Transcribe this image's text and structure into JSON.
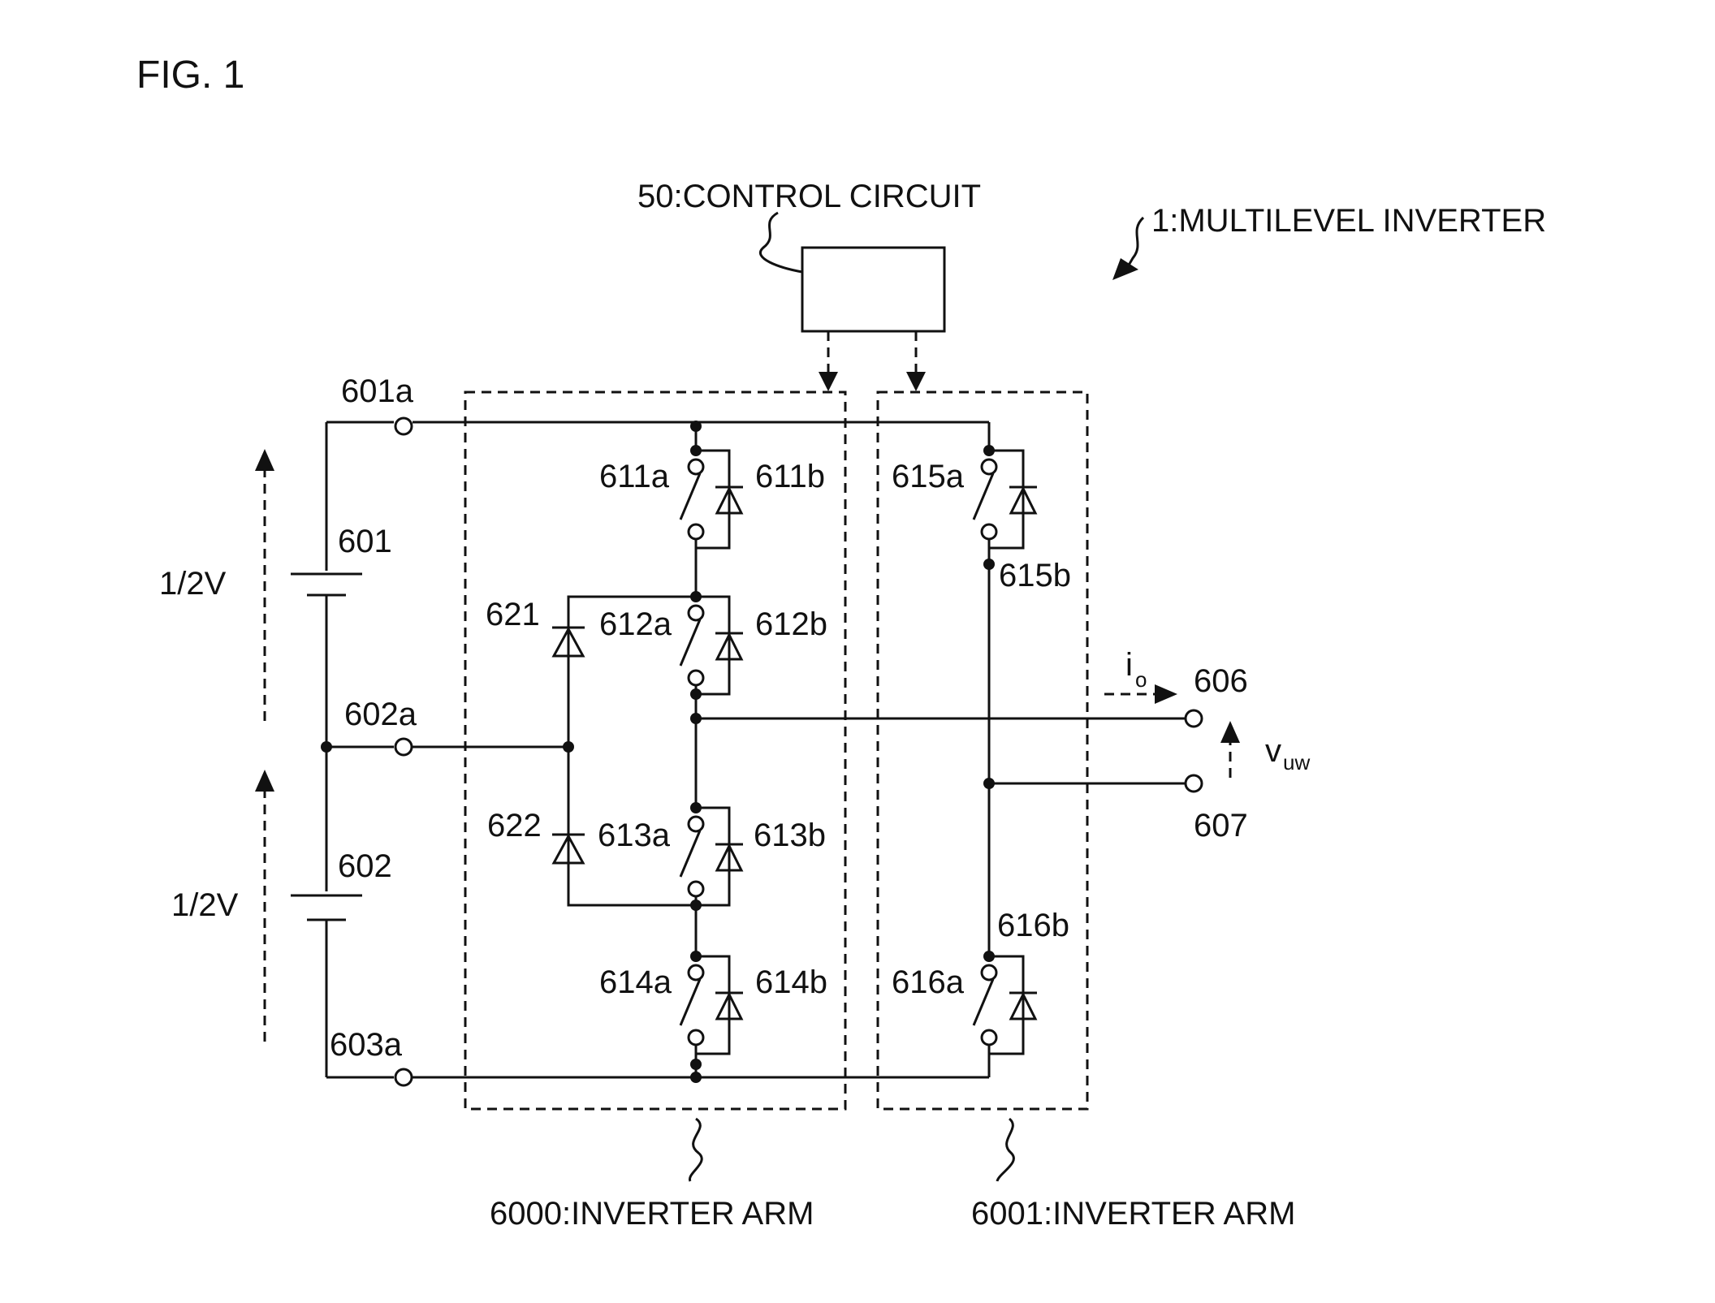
{
  "figure_title": "FIG. 1",
  "labels": {
    "control_circuit": "50:CONTROL CIRCUIT",
    "multilevel_inverter": "1:MULTILEVEL INVERTER",
    "arm_6000": "6000:INVERTER ARM",
    "arm_6001": "6001:INVERTER ARM",
    "t601a": "601a",
    "t602a": "602a",
    "t603a": "603a",
    "c601": "601",
    "c602": "602",
    "v_top": "1/2V",
    "v_bottom": "1/2V",
    "s611a": "611a",
    "d611b": "611b",
    "s612a": "612a",
    "d612b": "612b",
    "s613a": "613a",
    "d613b": "613b",
    "s614a": "614a",
    "d614b": "614b",
    "s615a": "615a",
    "d615b": "615b",
    "s616a": "616a",
    "d616b": "616b",
    "d621": "621",
    "d622": "622",
    "out606": "606",
    "out607": "607",
    "current": "i",
    "current_sub": "o",
    "voltage": "v",
    "voltage_sub": "uw"
  }
}
